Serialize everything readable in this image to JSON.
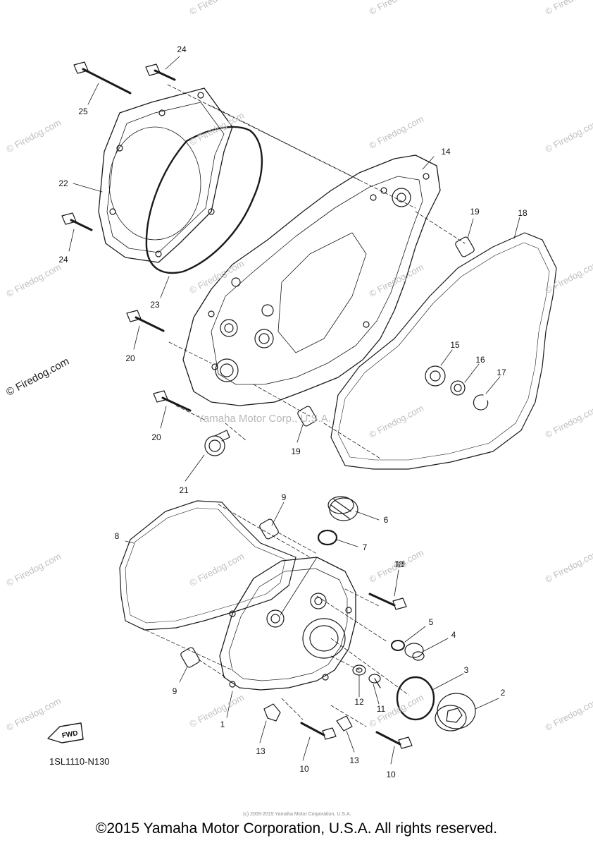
{
  "watermark": {
    "brand": "© Firedog.com",
    "brand_short": "Firedog.com",
    "center": "Yamaha Motor Corp., U.S.A."
  },
  "diagram": {
    "part_numbers": [
      "1",
      "2",
      "3",
      "4",
      "5",
      "6",
      "7",
      "8",
      "9",
      "9",
      "10",
      "10",
      "10",
      "10",
      "11",
      "12",
      "13",
      "13",
      "14",
      "15",
      "16",
      "17",
      "18",
      "19",
      "19",
      "20",
      "20",
      "21",
      "22",
      "23",
      "24",
      "24",
      "25"
    ],
    "part_code": "1SL1110-N130",
    "fwd_label": "FWD"
  },
  "footer": {
    "copyright": "©2015 Yamaha Motor Corporation, U.S.A. All rights reserved.",
    "fine_print": "(c) 2005-2015 Yamaha Motor Corporation, U.S.A."
  }
}
